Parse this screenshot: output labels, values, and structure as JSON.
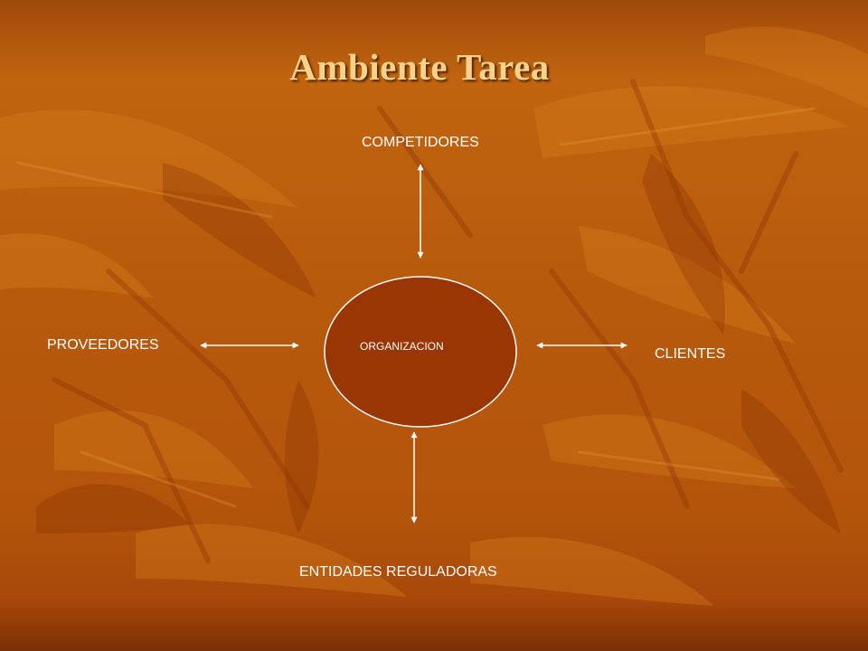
{
  "slide": {
    "title": "Ambiente Tarea"
  },
  "diagram": {
    "center": {
      "label": "ORGANIZACION"
    },
    "nodes": {
      "top": {
        "label": "COMPETIDORES"
      },
      "left": {
        "label": "PROVEEDORES"
      },
      "right": {
        "label": "CLIENTES"
      },
      "bottom": {
        "label": "ENTIDADES REGULADORAS"
      }
    },
    "connections": [
      {
        "from": "ORGANIZACION",
        "to": "COMPETIDORES",
        "direction": "both"
      },
      {
        "from": "ORGANIZACION",
        "to": "PROVEEDORES",
        "direction": "both"
      },
      {
        "from": "ORGANIZACION",
        "to": "CLIENTES",
        "direction": "both"
      },
      {
        "from": "ORGANIZACION",
        "to": "ENTIDADES REGULADORAS",
        "direction": "both"
      }
    ]
  },
  "colors": {
    "background": "#b85a0c",
    "title": "#f7d38a",
    "ellipse_fill": "#9a3504",
    "lines": "#ffffff"
  }
}
